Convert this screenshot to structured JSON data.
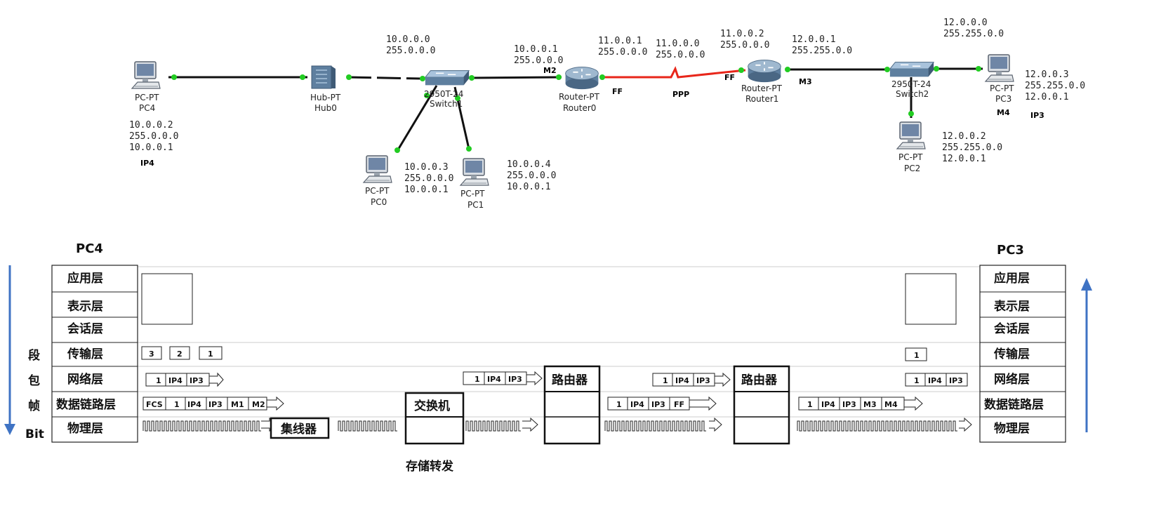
{
  "topology": {
    "pc4": {
      "model": "PC-PT",
      "name": "PC4",
      "ip": "10.0.0.2",
      "mask": "255.0.0.0",
      "gw": "10.0.0.1",
      "tag": "IP4"
    },
    "hub0": {
      "model": "Hub-PT",
      "name": "Hub0"
    },
    "switch1": {
      "model": "2950T-24",
      "name": "Switch1",
      "net": "10.0.0.0",
      "mask": "255.0.0.0"
    },
    "pc0": {
      "model": "PC-PT",
      "name": "PC0",
      "ip": "10.0.0.3",
      "mask": "255.0.0.0",
      "gw": "10.0.0.1"
    },
    "pc1": {
      "model": "PC-PT",
      "name": "PC1",
      "ip": "10.0.0.4",
      "mask": "255.0.0.0",
      "gw": "10.0.0.1"
    },
    "router0": {
      "model": "Router-PT",
      "name": "Router0",
      "ip": "10.0.0.1",
      "mask": "255.0.0.0",
      "mac_tag": "M2",
      "serial_tag": "FF"
    },
    "wan": {
      "r0_ip": "11.0.0.1",
      "r0_mask": "255.0.0.0",
      "net": "11.0.0.0",
      "net_mask": "255.0.0.0",
      "r1_ip": "11.0.0.2",
      "r1_mask": "255.0.0.0",
      "proto": "PPP"
    },
    "router1": {
      "model": "Router-PT",
      "name": "Router1",
      "ip": "12.0.0.1",
      "mask": "255.255.0.0",
      "mac_tag": "M3",
      "serial_tag": "FF"
    },
    "switch2": {
      "model": "2950T-24",
      "name": "Switch2",
      "net": "12.0.0.0",
      "mask": "255.255.0.0"
    },
    "pc3": {
      "model": "PC-PT",
      "name": "PC3",
      "ip": "12.0.0.3",
      "mask": "255.255.0.0",
      "gw": "12.0.0.1",
      "mac_tag": "M4",
      "tag": "IP3"
    },
    "pc2": {
      "model": "PC-PT",
      "name": "PC2",
      "ip": "12.0.0.2",
      "mask": "255.255.0.0",
      "gw": "12.0.0.1"
    }
  },
  "osi": {
    "left_title": "PC4",
    "right_title": "PC3",
    "layers": [
      "应用层",
      "表示层",
      "会话层",
      "传输层",
      "网络层",
      "数据链路层",
      "物理层"
    ],
    "pdu_labels": [
      "段",
      "包",
      "帧",
      "Bit"
    ],
    "devices": {
      "hub": "集线器",
      "switch": "交换机",
      "router_a": "路由器",
      "router_b": "路由器"
    },
    "footer": "存储转发",
    "transport_left": [
      "3",
      "2",
      "1"
    ],
    "transport_right": [
      "1"
    ],
    "packet": [
      "1",
      "IP4",
      "IP3"
    ],
    "frame_left": [
      "FCS",
      "1",
      "IP4",
      "IP3",
      "M1",
      "M2"
    ],
    "frame_wan": [
      "1",
      "IP4",
      "IP3",
      "FF"
    ],
    "frame_right": [
      "1",
      "IP4",
      "IP3",
      "M3",
      "M4"
    ]
  },
  "colors": {
    "link": "#111111",
    "wan_link": "#e8261a",
    "port": "#22cc22",
    "arrow": "#3f73c4",
    "grid": "#cccccc"
  }
}
